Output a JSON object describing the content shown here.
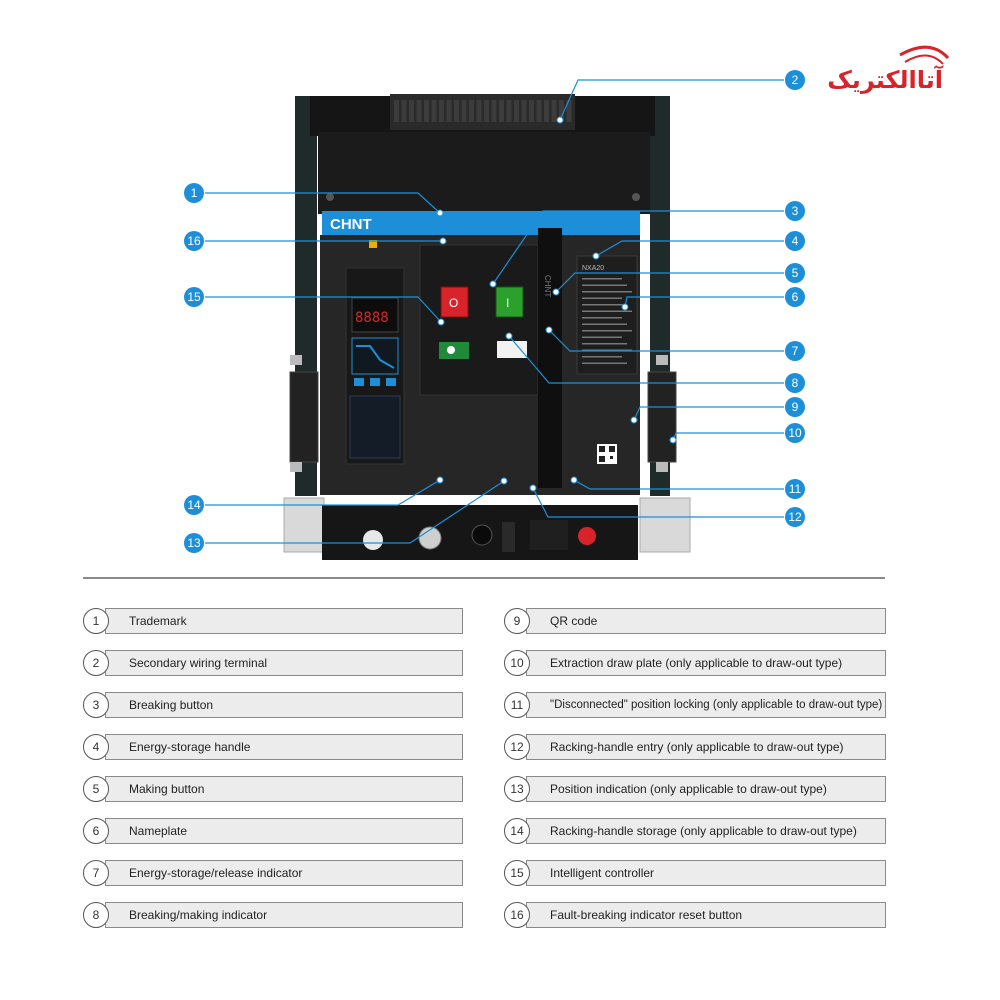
{
  "logo": {
    "text": "آتاالکتریک",
    "color": "#d8232a"
  },
  "device": {
    "brand": "CHNT",
    "model": "NXA20",
    "open_symbol": "O",
    "close_symbol": "I",
    "panel_label": "NXA20",
    "display_digits": "8888"
  },
  "callouts": [
    "1",
    "2",
    "3",
    "4",
    "5",
    "6",
    "7",
    "8",
    "9",
    "10",
    "11",
    "12",
    "13",
    "14",
    "15",
    "16"
  ],
  "colors": {
    "callout": "#1c8fd8",
    "accent": "#1c8fd8",
    "open_button": "#d8232a",
    "close_button": "#2ca02c"
  },
  "legend": {
    "left": [
      {
        "num": "1",
        "label": "Trademark"
      },
      {
        "num": "2",
        "label": "Secondary wiring terminal"
      },
      {
        "num": "3",
        "label": "Breaking button"
      },
      {
        "num": "4",
        "label": "Energy-storage handle"
      },
      {
        "num": "5",
        "label": "Making button"
      },
      {
        "num": "6",
        "label": "Nameplate"
      },
      {
        "num": "7",
        "label": "Energy-storage/release indicator"
      },
      {
        "num": "8",
        "label": "Breaking/making indicator"
      }
    ],
    "right": [
      {
        "num": "9",
        "label": "QR code"
      },
      {
        "num": "10",
        "label": "Extraction draw plate (only applicable to draw-out type)"
      },
      {
        "num": "11",
        "label": "\"Disconnected\" position locking (only applicable to draw-out type)"
      },
      {
        "num": "12",
        "label": "Racking-handle entry (only applicable to draw-out type)"
      },
      {
        "num": "13",
        "label": "Position indication (only applicable to draw-out type)"
      },
      {
        "num": "14",
        "label": "Racking-handle storage (only applicable to draw-out type)"
      },
      {
        "num": "15",
        "label": "Intelligent controller"
      },
      {
        "num": "16",
        "label": "Fault-breaking indicator reset button"
      }
    ]
  }
}
